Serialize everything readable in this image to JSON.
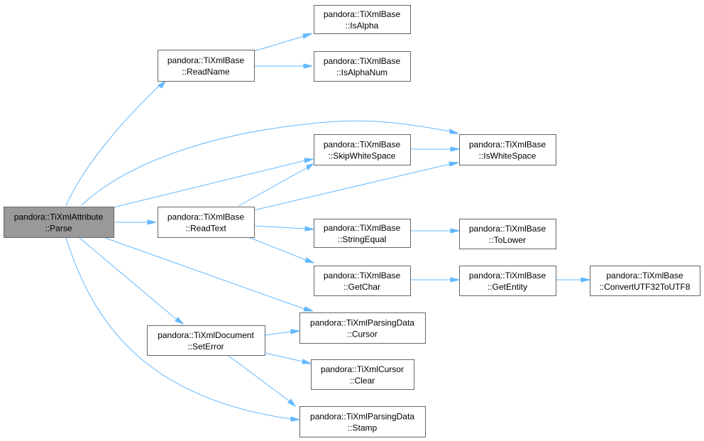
{
  "graph": {
    "root": {
      "line1": "pandora::TiXmlAttribute",
      "line2": "::Parse"
    },
    "nodes": {
      "readname": {
        "line1": "pandora::TiXmlBase",
        "line2": "::ReadName"
      },
      "isalpha": {
        "line1": "pandora::TiXmlBase",
        "line2": "::IsAlpha"
      },
      "isalphanum": {
        "line1": "pandora::TiXmlBase",
        "line2": "::IsAlphaNum"
      },
      "skipwhitespace": {
        "line1": "pandora::TiXmlBase",
        "line2": "::SkipWhiteSpace"
      },
      "iswhitespace": {
        "line1": "pandora::TiXmlBase",
        "line2": "::IsWhiteSpace"
      },
      "readtext": {
        "line1": "pandora::TiXmlBase",
        "line2": "::ReadText"
      },
      "stringequal": {
        "line1": "pandora::TiXmlBase",
        "line2": "::StringEqual"
      },
      "tolower": {
        "line1": "pandora::TiXmlBase",
        "line2": "::ToLower"
      },
      "getchar": {
        "line1": "pandora::TiXmlBase",
        "line2": "::GetChar"
      },
      "getentity": {
        "line1": "pandora::TiXmlBase",
        "line2": "::GetEntity"
      },
      "convertutf": {
        "line1": "pandora::TiXmlBase",
        "line2": "::ConvertUTF32ToUTF8"
      },
      "seterror": {
        "line1": "pandora::TiXmlDocument",
        "line2": "::SetError"
      },
      "cursor": {
        "line1": "pandora::TiXmlParsingData",
        "line2": "::Cursor"
      },
      "clear": {
        "line1": "pandora::TiXmlCursor",
        "line2": "::Clear"
      },
      "stamp": {
        "line1": "pandora::TiXmlParsingData",
        "line2": "::Stamp"
      }
    },
    "colors": {
      "edge": "#63b8ff",
      "root_fill": "#999999",
      "node_fill": "#ffffff",
      "border": "#666666"
    }
  }
}
